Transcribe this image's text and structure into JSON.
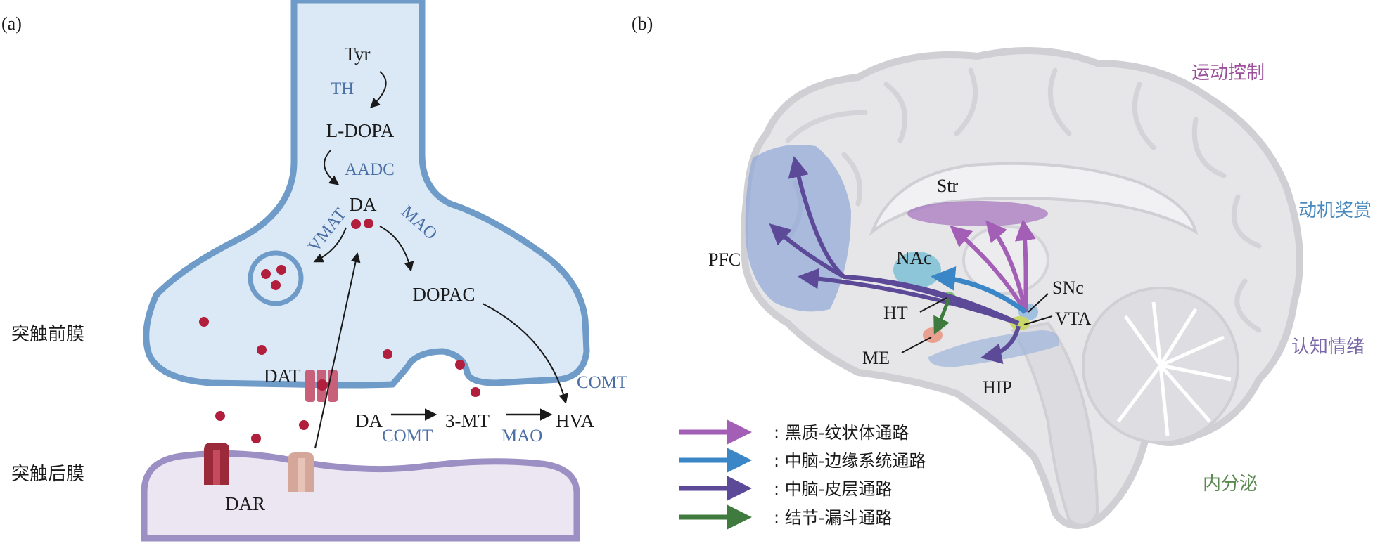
{
  "colors": {
    "enzyme": "#4a6fa5",
    "text": "#1a1a1a",
    "presyn_fill": "#dbe9f6",
    "presyn_stroke": "#6e9bc8",
    "postsyn_fill": "#ebe6f2",
    "postsyn_stroke": "#9b8fc4",
    "vesicle": "#b21f3c",
    "motor": "#9b4f9b",
    "reward": "#4a8abf",
    "cognition": "#7a68a8",
    "endocrine": "#5a8a50",
    "path_nigrostriatal": "#a25fb5",
    "path_mesolimbic": "#3b86c6",
    "path_mesocortical": "#5c4a98",
    "path_tuberoinfundibular": "#3f7a3e"
  },
  "panel_a": {
    "label": "(a)",
    "synthesis": {
      "tyr": "Tyr",
      "th": "TH",
      "ldopa": "L-DOPA",
      "aadc": "AADC",
      "da": "DA",
      "vmat": "VMAT",
      "mao": "MAO",
      "dopac": "DOPAC",
      "comt_right": "COMT"
    },
    "transport": {
      "dat": "DAT",
      "dar": "DAR"
    },
    "degradation": {
      "da": "DA",
      "comt": "COMT",
      "mt3": "3-MT",
      "mao": "MAO",
      "hva": "HVA"
    },
    "membranes": {
      "presynaptic": "突触前膜",
      "postsynaptic": "突触后膜"
    }
  },
  "panel_b": {
    "label": "(b)",
    "regions": {
      "str": "Str",
      "pfc": "PFC",
      "nac": "NAc",
      "snc": "SNc",
      "ht": "HT",
      "vta": "VTA",
      "me": "ME",
      "hip": "HIP"
    },
    "functions": {
      "motor": "运动控制",
      "reward": "动机奖赏",
      "cognition": "认知情绪",
      "endocrine": "内分泌"
    },
    "legend": [
      {
        "label": ": 黑质-纹状体通路",
        "icon": "arrow-right-icon",
        "color": "#a25fb5"
      },
      {
        "label": ": 中脑-边缘系统通路",
        "icon": "arrow-right-icon",
        "color": "#3b86c6"
      },
      {
        "label": ": 中脑-皮层通路",
        "icon": "arrow-right-icon",
        "color": "#5c4a98"
      },
      {
        "label": ": 结节-漏斗通路",
        "icon": "arrow-right-icon",
        "color": "#3f7a3e"
      }
    ]
  }
}
